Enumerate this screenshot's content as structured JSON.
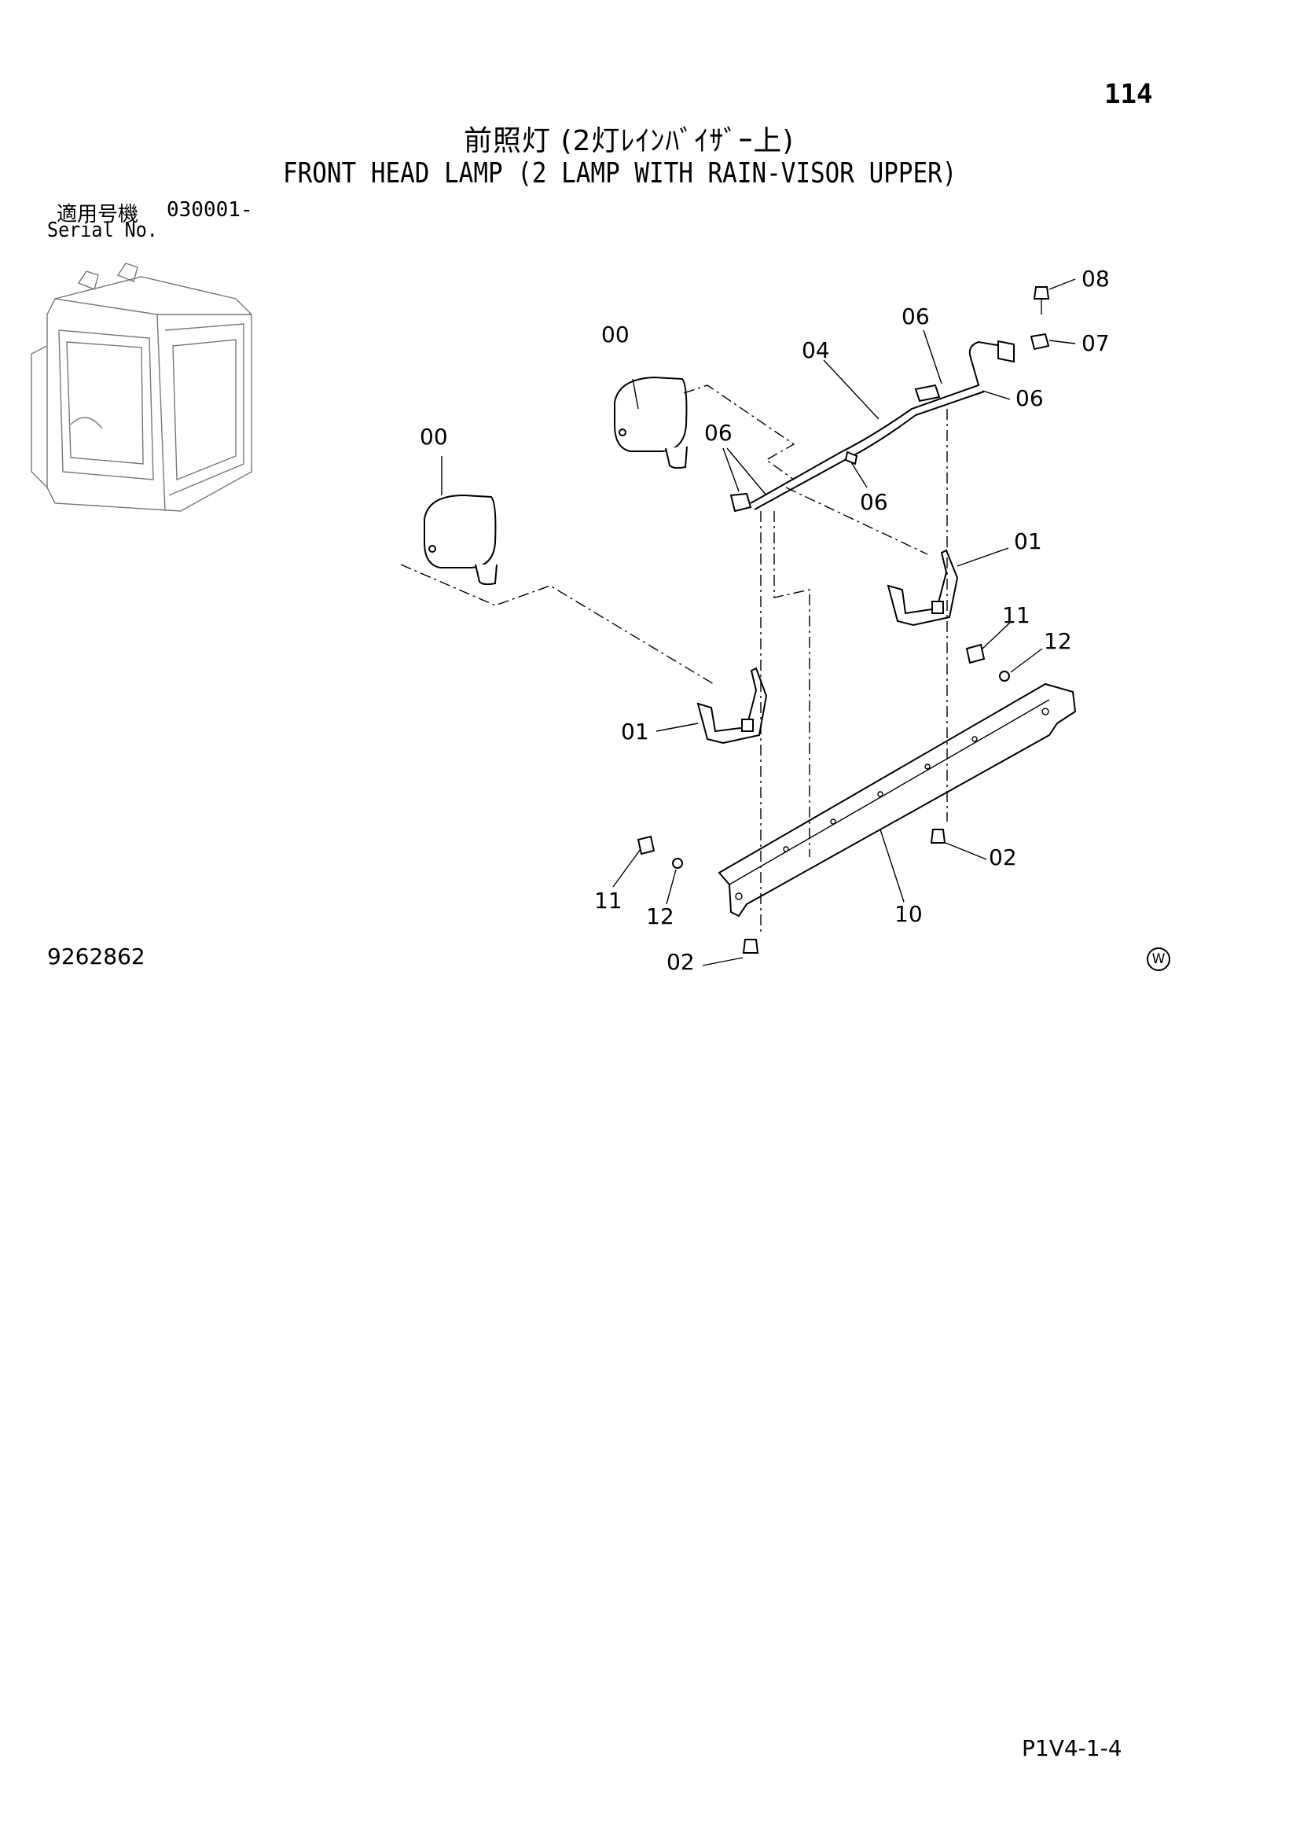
{
  "page": {
    "number": "114",
    "title_jp": "前照灯 (2灯ﾚｲﾝﾊﾞｲｻﾞｰ上)",
    "title_en": "FRONT HEAD LAMP (2 LAMP WITH RAIN-VISOR UPPER)",
    "serial_label_jp": "適用号機",
    "serial_value": "030001-",
    "serial_label_en": "Serial No.",
    "figure_number": "9262862",
    "watermark_mark": "W",
    "page_reference": "P1V4-1-4"
  },
  "callouts": [
    {
      "id": "c-08",
      "label": "08"
    },
    {
      "id": "c-07",
      "label": "07"
    },
    {
      "id": "c-06a",
      "label": "06"
    },
    {
      "id": "c-06b",
      "label": "06"
    },
    {
      "id": "c-06c",
      "label": "06"
    },
    {
      "id": "c-06d",
      "label": "06"
    },
    {
      "id": "c-04",
      "label": "04"
    },
    {
      "id": "c-00a",
      "label": "00"
    },
    {
      "id": "c-00b",
      "label": "00"
    },
    {
      "id": "c-01a",
      "label": "01"
    },
    {
      "id": "c-01b",
      "label": "01"
    },
    {
      "id": "c-11a",
      "label": "11"
    },
    {
      "id": "c-12a",
      "label": "12"
    },
    {
      "id": "c-11b",
      "label": "11"
    },
    {
      "id": "c-12b",
      "label": "12"
    },
    {
      "id": "c-02a",
      "label": "02"
    },
    {
      "id": "c-02b",
      "label": "02"
    },
    {
      "id": "c-10",
      "label": "10"
    }
  ]
}
